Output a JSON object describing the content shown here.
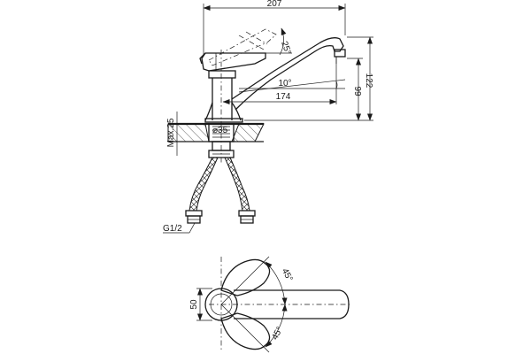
{
  "dimensions": {
    "width_overall": "207",
    "spout_reach": "174",
    "height_total": "122",
    "spout_height": "99",
    "handle_angle": "25°",
    "spout_angle": "10°",
    "body_diameter": "⌀35",
    "max_thickness": "Max.25",
    "thread": "G1/2",
    "base_height": "50",
    "rotation_left": "45°",
    "rotation_right": "45°"
  }
}
